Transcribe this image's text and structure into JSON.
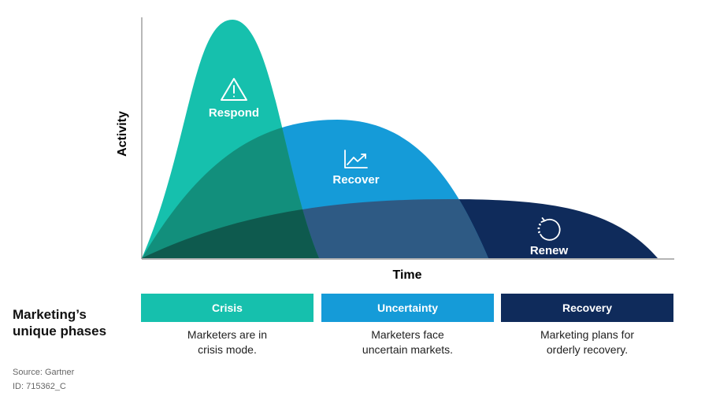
{
  "colors": {
    "respond": "#16c0ad",
    "recover": "#159bd8",
    "renew": "#0f2b5b",
    "overlap_respond_recover": "#128f7c",
    "overlap_respond_renew": "#1a7d6c",
    "overlap_recover_renew": "#2e5a84",
    "overlap_all": "#0e5a4e",
    "axis": "#888888"
  },
  "diagram": {
    "y_axis_label": "Activity",
    "x_axis_label": "Time",
    "curves": [
      {
        "label": "Respond",
        "icon": "warning-icon"
      },
      {
        "label": "Recover",
        "icon": "trend-up-icon"
      },
      {
        "label": "Renew",
        "icon": "renew-icon"
      }
    ]
  },
  "phases": {
    "title_line1": "Marketing’s",
    "title_line2": "unique phases",
    "items": [
      {
        "name": "Crisis",
        "color": "#16c0ad",
        "desc_line1": "Marketers are in",
        "desc_line2": "crisis mode."
      },
      {
        "name": "Uncertainty",
        "color": "#159bd8",
        "desc_line1": "Marketers face",
        "desc_line2": "uncertain markets."
      },
      {
        "name": "Recovery",
        "color": "#0f2b5b",
        "desc_line1": "Marketing plans for",
        "desc_line2": "orderly recovery."
      }
    ]
  },
  "footer": {
    "source": "Source: Gartner",
    "id": "ID: 715362_C"
  }
}
